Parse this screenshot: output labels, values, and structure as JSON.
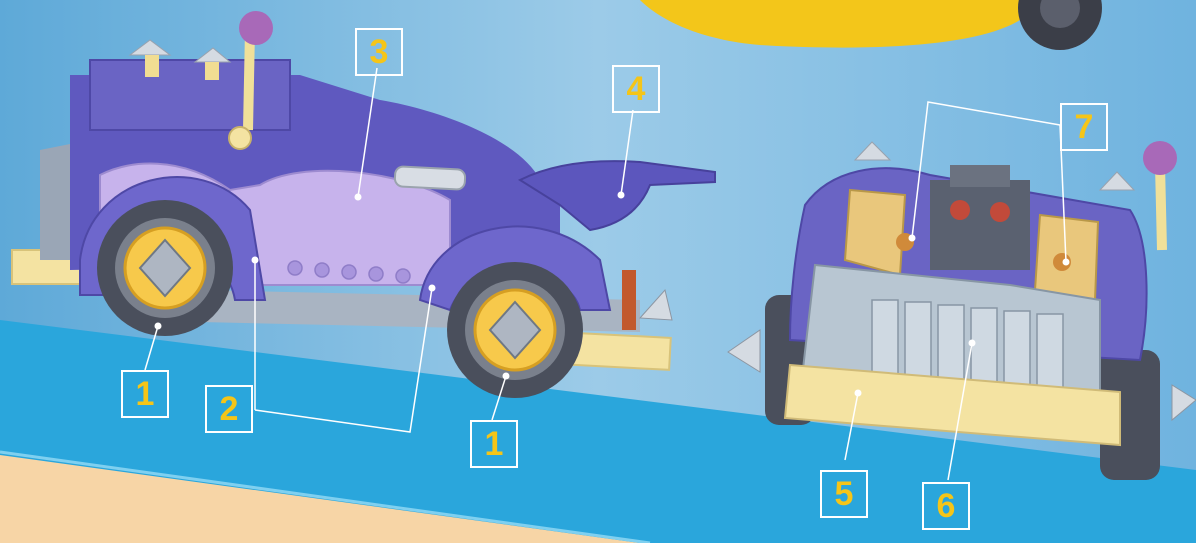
{
  "colors": {
    "background": "#8ec2e2",
    "floor": "#2aa6dc",
    "sand": "#f7d5a6",
    "car_body": "#6a64c4",
    "car_panel": "#c7b3ec",
    "trim": "#f4e3a2",
    "wheel_hub": "#f7c94b",
    "tire": "#4a4f5c",
    "grille": "#b8c6d2",
    "label_text": "#f5c518"
  },
  "callouts": [
    {
      "id": "callout-1-rear-wheel",
      "number": "1",
      "points_to": "wheel"
    },
    {
      "id": "callout-2",
      "number": "2",
      "points_to": "fender"
    },
    {
      "id": "callout-1-front-wheel",
      "number": "1",
      "points_to": "wheel"
    },
    {
      "id": "callout-3",
      "number": "3",
      "points_to": "side-panel"
    },
    {
      "id": "callout-4",
      "number": "4",
      "points_to": "spoiler"
    },
    {
      "id": "callout-7",
      "number": "7",
      "points_to": "headlights"
    },
    {
      "id": "callout-5",
      "number": "5",
      "points_to": "bumper"
    },
    {
      "id": "callout-6",
      "number": "6",
      "points_to": "grille"
    }
  ]
}
